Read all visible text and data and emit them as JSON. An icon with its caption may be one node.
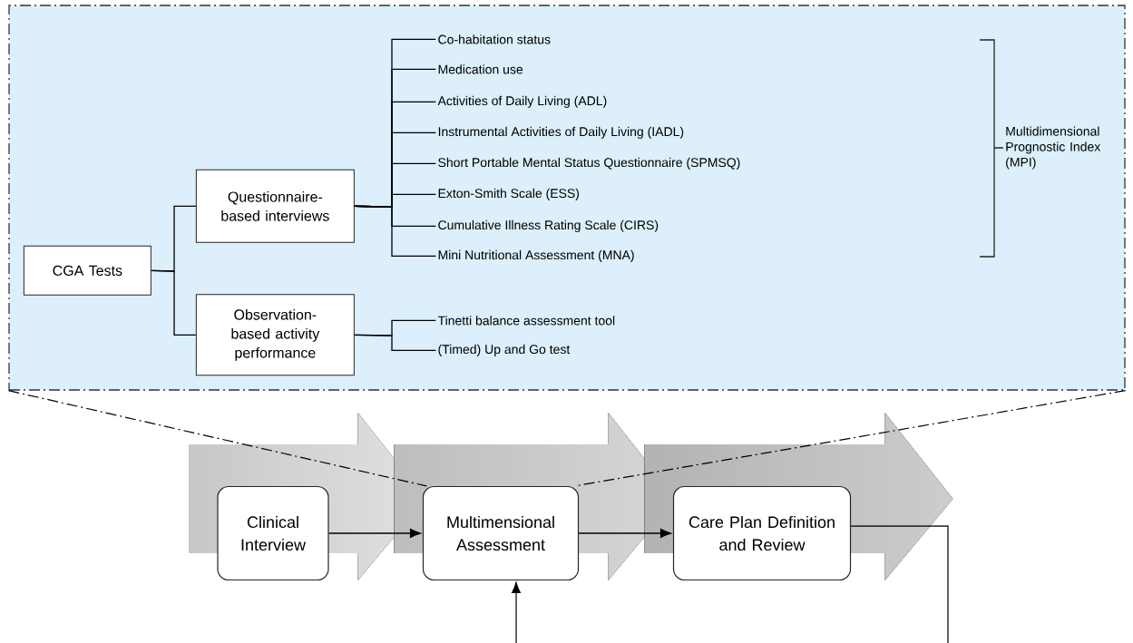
{
  "diagram": {
    "nodes": [
      {
        "text": [],
        "shape": "box"
      },
      {
        "text": [
          "CGA Tests"
        ],
        "in": 0
      },
      {
        "text": [
          "Questionnaire-based interviews"
        ],
        "in": 0
      },
      {
        "text": [
          "Observation-based activity performance"
        ],
        "in": 0
      },
      {
        "text": [
          "Co-habitation status"
        ],
        "in": 0
      },
      {
        "text": [
          "Medication use"
        ],
        "in": 0
      },
      {
        "text": [
          "Activities of Daily Living (ADL)"
        ],
        "in": 0
      },
      {
        "text": [
          "Instrumental Activities of Daily Living (IADL)"
        ],
        "in": 0
      },
      {
        "text": [
          "Short Portable Mental Status Questionnaire (SPMSQ)"
        ],
        "in": 0
      },
      {
        "text": [
          "Exton-Smith Scale (ESS)"
        ],
        "in": 0
      },
      {
        "text": [
          "Cumulative Illness Rating Scale (CIRS)"
        ],
        "in": 0
      },
      {
        "text": [
          "Mini Nutritional Assessment (MNA)"
        ],
        "in": 0
      },
      {
        "text": [
          "Tinetti balance assessment tool"
        ],
        "in": 0
      },
      {
        "text": [
          "(Timed) Up and Go test"
        ],
        "in": 0
      },
      {
        "text": [
          "Clinical Interview"
        ]
      },
      {
        "text": [
          "Multimensional Assessment"
        ]
      },
      {
        "text": [
          "Care Plan Definition and Review"
        ]
      }
    ],
    "edges": [
      {
        "from": 1,
        "to": 2,
        "arrow": "none"
      },
      {
        "from": 1,
        "to": 3,
        "arrow": "none"
      },
      {
        "from": 2,
        "to": 4,
        "arrow": "none"
      },
      {
        "from": 2,
        "to": 5,
        "arrow": "none"
      },
      {
        "from": 2,
        "to": 6,
        "arrow": "none"
      },
      {
        "from": 2,
        "to": 7,
        "arrow": "none"
      },
      {
        "from": 2,
        "to": 8,
        "arrow": "none"
      },
      {
        "from": 2,
        "to": 9,
        "arrow": "none"
      },
      {
        "from": 2,
        "to": 10,
        "arrow": "none"
      },
      {
        "from": 2,
        "to": 11,
        "arrow": "none"
      },
      {
        "from": 3,
        "to": 12,
        "arrow": "none"
      },
      {
        "from": 3,
        "to": 13,
        "arrow": "none"
      },
      {
        "from": 0,
        "to": 15,
        "arrow": "none",
        "style": "dashed"
      },
      {
        "from": 0,
        "to": 15,
        "arrow": "none",
        "style": "dashed"
      },
      {
        "from": 14,
        "to": 15,
        "arrow": "to"
      },
      {
        "from": 15,
        "to": 16,
        "arrow": "to"
      },
      {
        "from": 16,
        "to": 15,
        "arrow": "to"
      }
    ],
    "labels": [
      "Multidimensional Prognostic Index (MPI)"
    ]
  }
}
